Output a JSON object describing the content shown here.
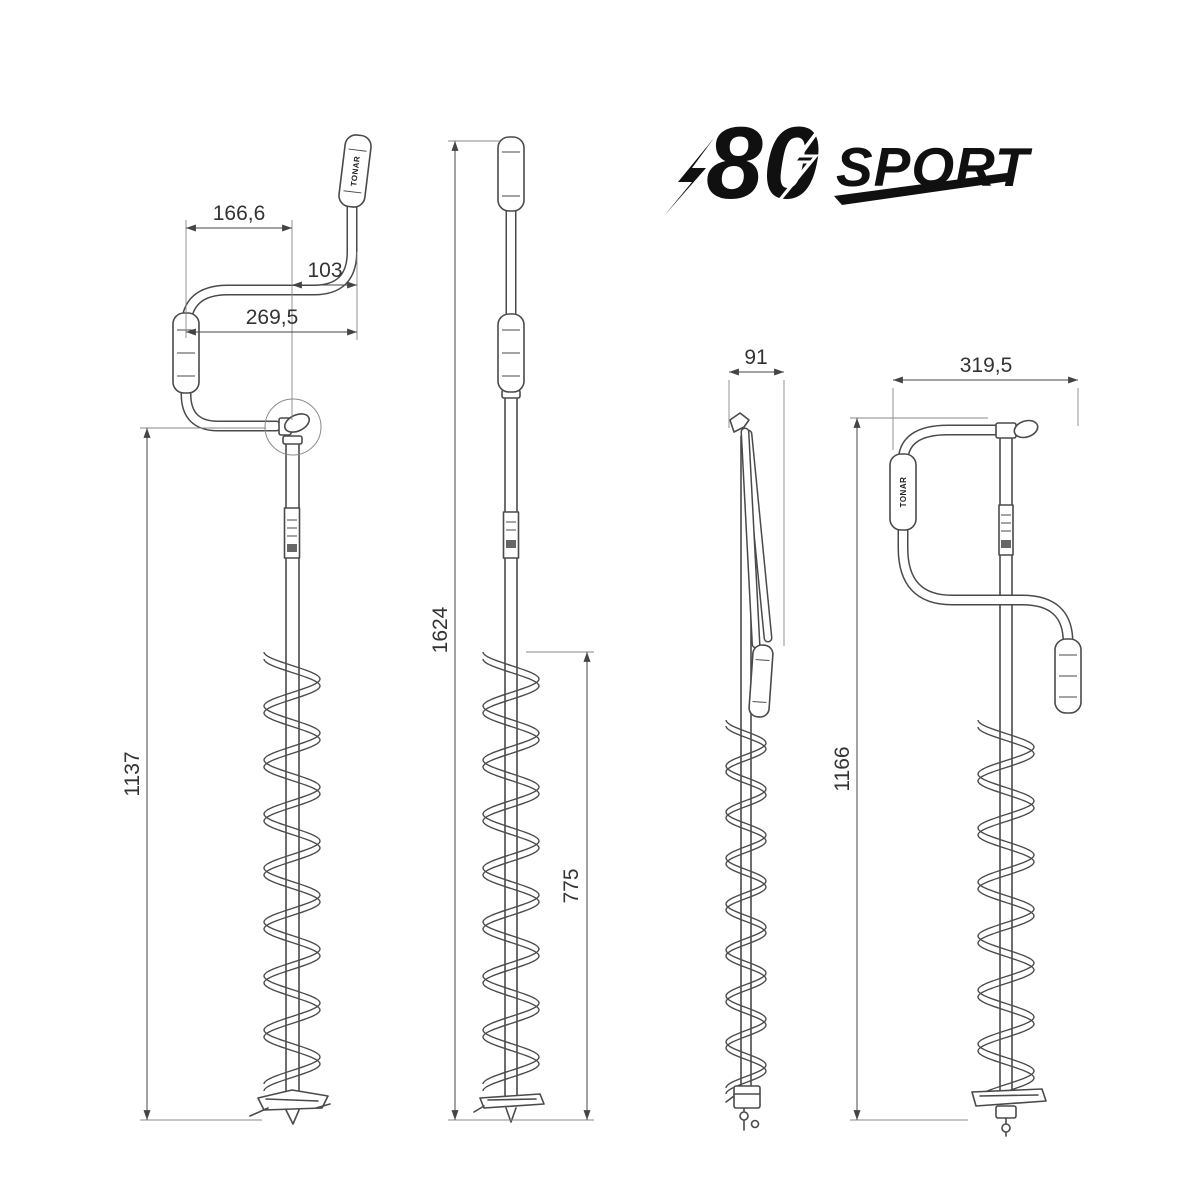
{
  "logo": {
    "number": "80",
    "word": "SPORT"
  },
  "brand": "TONAR",
  "drawing": {
    "front_folded": {
      "crank_offset": "166,6",
      "grip_offset": "103",
      "crank_total": "269,5",
      "shaft_length": "1137"
    },
    "extended": {
      "total_length": "1624",
      "auger_length": "775"
    },
    "side_folded": {
      "folded_width": "91"
    },
    "assembled": {
      "crank_width": "319,5",
      "working_height": "1166"
    }
  }
}
